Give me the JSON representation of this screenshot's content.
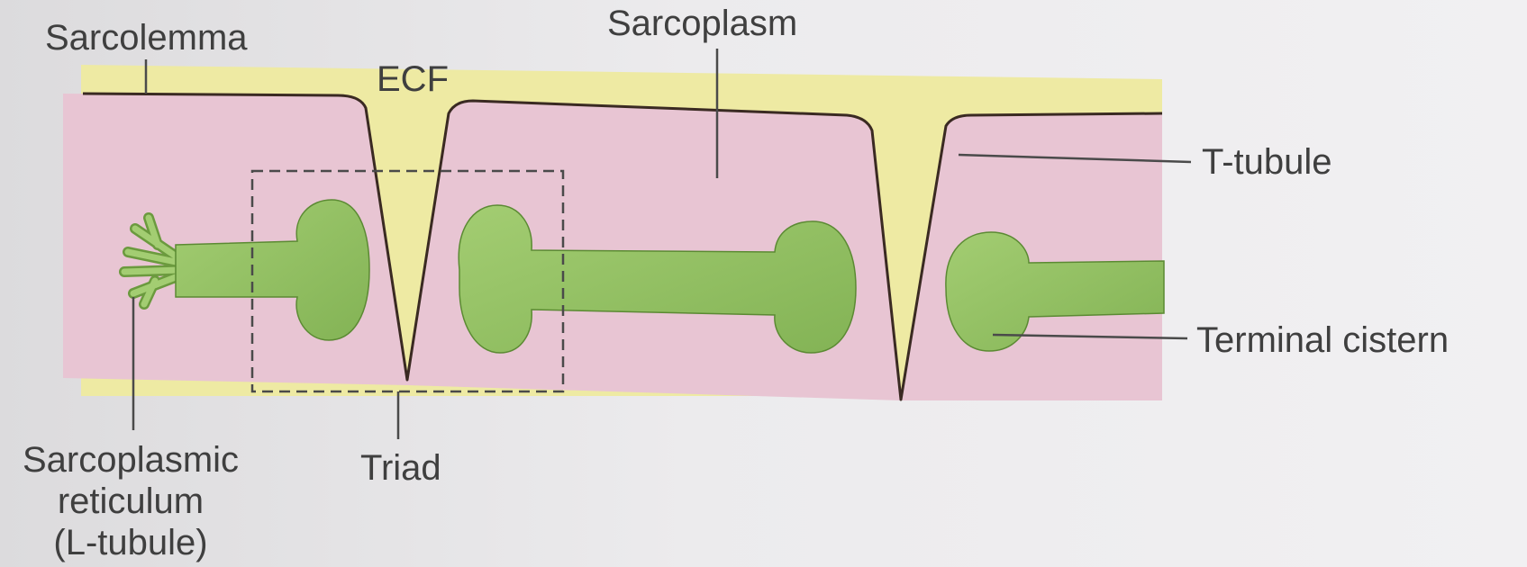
{
  "diagram": {
    "labels": {
      "sarcolemma": "Sarcolemma",
      "ecf": "ECF",
      "sarcoplasm": "Sarcoplasm",
      "t_tubule": "T-tubule",
      "terminal_cistern": "Terminal cistern",
      "sarcoplasmic_reticulum": [
        "Sarcoplasmic",
        "reticulum",
        "(L-tubule)"
      ],
      "triad": "Triad"
    },
    "colors": {
      "ecf": "#eeeaa3",
      "sarcoplasm": "#e8c5d3",
      "reticulum": "#95c165",
      "reticulum_outline": "#4e7a2c",
      "membrane": "#3a2a22",
      "leader_line": "#4a4a4a"
    }
  }
}
